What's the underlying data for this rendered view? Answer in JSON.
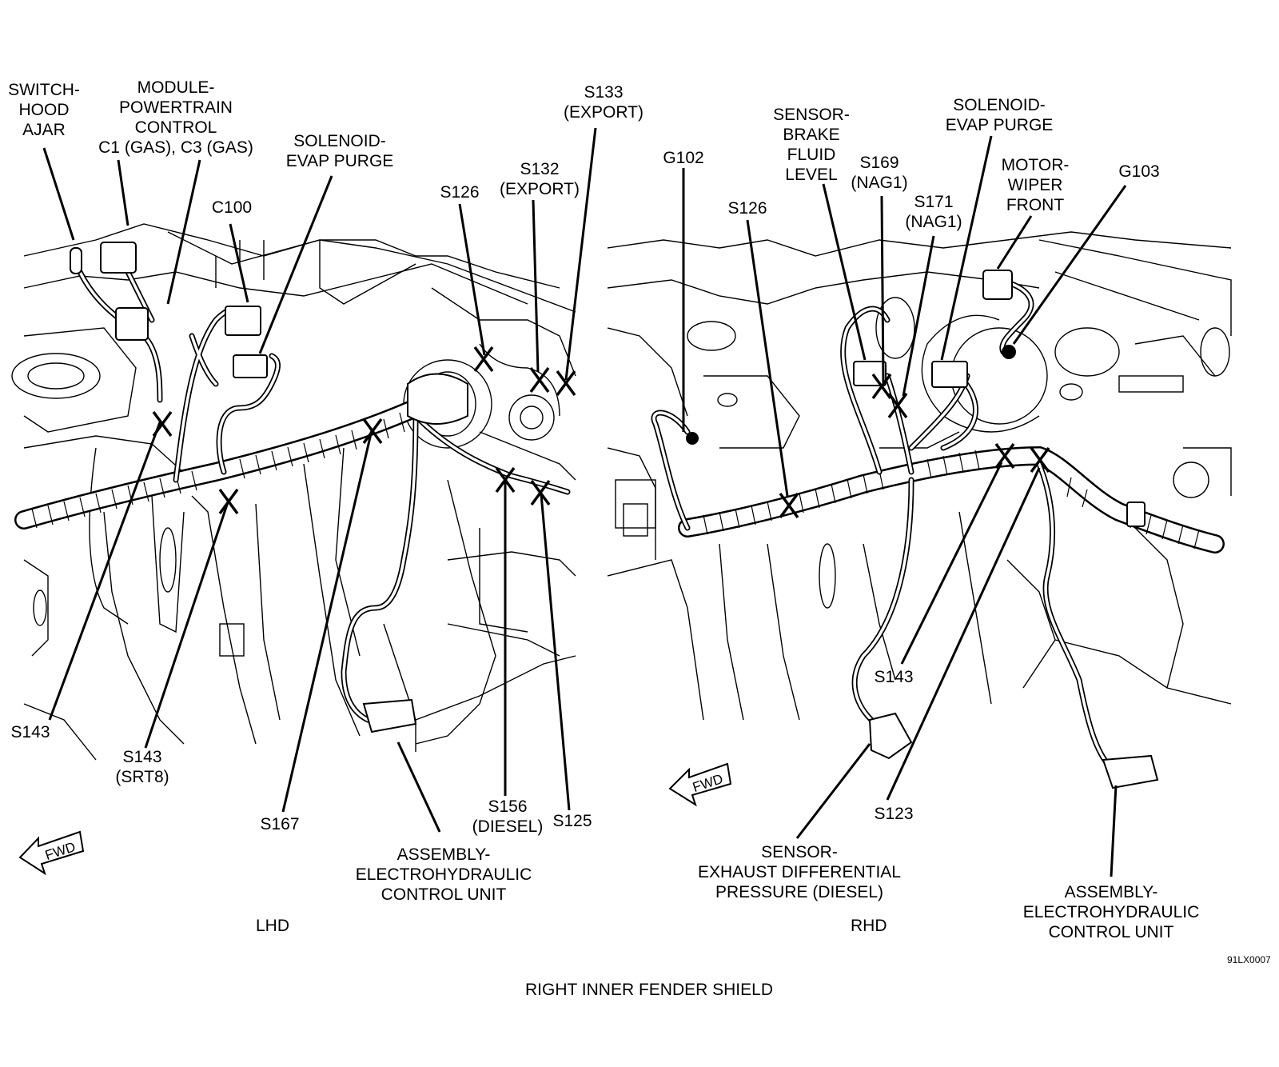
{
  "caption": "RIGHT INNER FENDER SHIELD",
  "figure_code": "91LX0007",
  "lhd": {
    "view_label": "LHD",
    "fwd_label": "FWD",
    "labels": {
      "switch_hood_ajar": "SWITCH-\nHOOD\nAJAR",
      "module_powertrain": "MODULE-\nPOWERTRAIN\nCONTROL\nC1 (GAS), C3 (GAS)",
      "solenoid_evap": "SOLENOID-\nEVAP PURGE",
      "c100": "C100",
      "s126": "S126",
      "s132": "S132\n(EXPORT)",
      "s133": "S133\n(EXPORT)",
      "s143": "S143",
      "s143_srt8": "S143\n(SRT8)",
      "s167": "S167",
      "s156": "S156\n(DIESEL)",
      "s125": "S125",
      "assembly_ehcu": "ASSEMBLY-\nELECTROHYDRAULIC\nCONTROL UNIT"
    }
  },
  "rhd": {
    "view_label": "RHD",
    "fwd_label": "FWD",
    "labels": {
      "g102": "G102",
      "s126": "S126",
      "sensor_brake_fluid": "SENSOR-\nBRAKE\nFLUID\nLEVEL",
      "s169": "S169\n(NAG1)",
      "s171": "S171\n(NAG1)",
      "solenoid_evap": "SOLENOID-\nEVAP PURGE",
      "motor_wiper": "MOTOR-\nWIPER\nFRONT",
      "g103": "G103",
      "s143": "S143",
      "s123": "S123",
      "sensor_exhaust": "SENSOR-\nEXHAUST DIFFERENTIAL\nPRESSURE (DIESEL)",
      "assembly_ehcu": "ASSEMBLY-\nELECTROHYDRAULIC\nCONTROL UNIT"
    }
  }
}
